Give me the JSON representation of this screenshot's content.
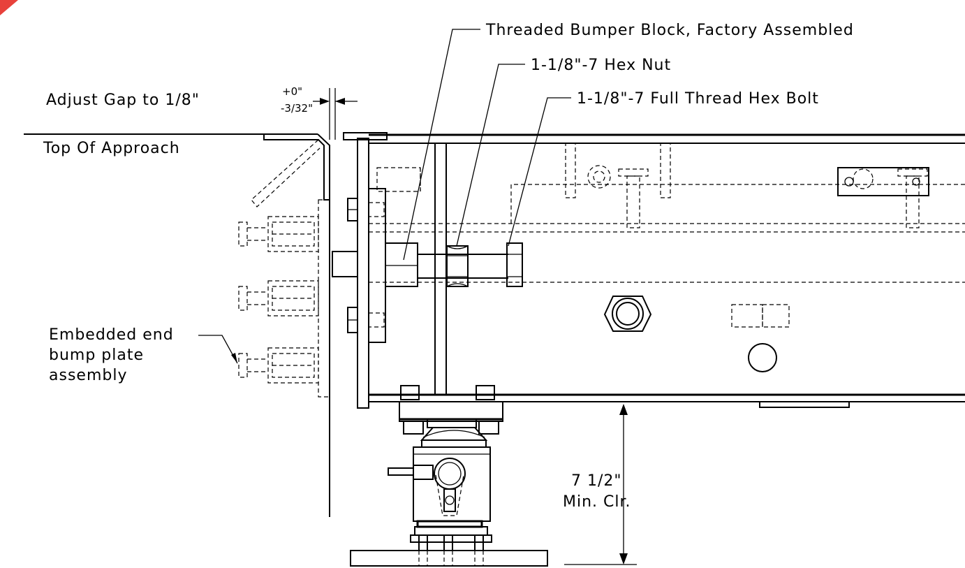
{
  "labels": {
    "bumper_block": "Threaded Bumper Block, Factory Assembled",
    "hex_nut": "1-1/8\"-7 Hex Nut",
    "hex_bolt": "1-1/8\"-7 Full Thread Hex Bolt",
    "adjust_gap": "Adjust Gap to 1/8\"",
    "tol_plus": "+0\"",
    "tol_minus": "-3/32\"",
    "top_of_approach": "Top Of Approach",
    "embedded_line1": "Embedded end",
    "embedded_line2": "bump plate",
    "embedded_line3": "assembly",
    "clearance_value": "7 1/2\"",
    "clearance_label": "Min. Clr."
  },
  "colors": {
    "line": "#000000",
    "background": "#ffffff",
    "corner_mark": "#e8413b"
  }
}
